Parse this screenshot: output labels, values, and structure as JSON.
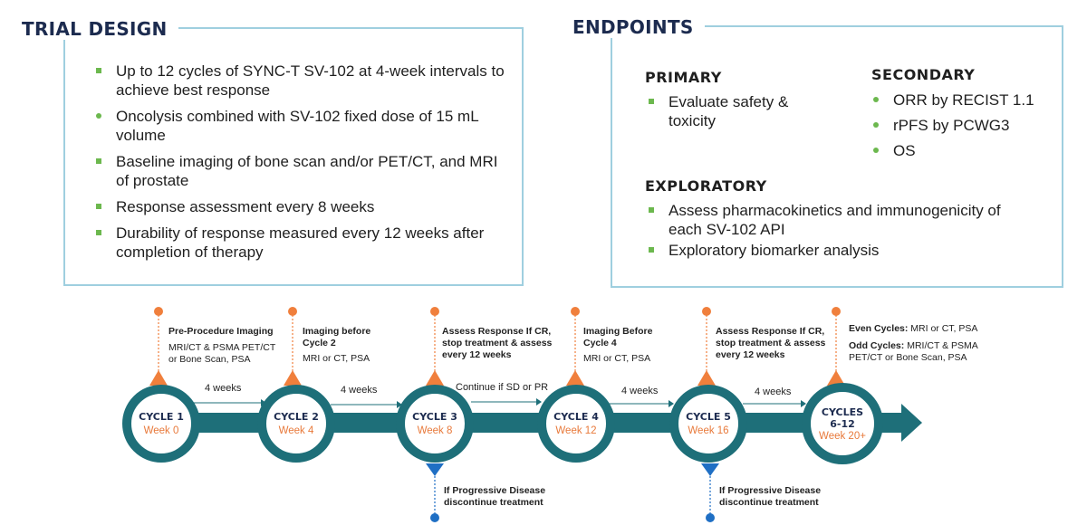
{
  "trial_design": {
    "title": "TRIAL DESIGN",
    "bullets": [
      "Up to 12 cycles of SYNC-T SV-102 at 4-week intervals to achieve best response",
      "Oncolysis combined with SV-102 fixed dose of 15 mL volume",
      "Baseline imaging of bone scan and/or PET/CT, and MRI of prostate",
      "Response assessment every 8 weeks",
      "Durability of response measured every 12 weeks after completion of therapy"
    ]
  },
  "endpoints": {
    "title": "ENDPOINTS",
    "primary": {
      "heading": "PRIMARY",
      "items": [
        "Evaluate safety & toxicity"
      ]
    },
    "secondary": {
      "heading": "SECONDARY",
      "items": [
        "ORR by RECIST 1.1",
        "rPFS by PCWG3",
        "OS"
      ]
    },
    "exploratory": {
      "heading": "EXPLORATORY",
      "items": [
        "Assess pharmacokinetics and immunogenicity of each SV-102 API",
        "Exploratory biomarker analysis"
      ]
    }
  },
  "timeline": {
    "cycles": [
      {
        "name": "CYCLE 1",
        "week": "Week 0"
      },
      {
        "name": "CYCLE 2",
        "week": "Week 4"
      },
      {
        "name": "CYCLE 3",
        "week": "Week 8"
      },
      {
        "name": "CYCLE 4",
        "week": "Week 12"
      },
      {
        "name": "CYCLE 5",
        "week": "Week 16"
      },
      {
        "name": "CYCLES 6-12",
        "week": "Week 20+"
      }
    ],
    "intervals": [
      "4 weeks",
      "4 weeks",
      "Continue if SD or PR",
      "4 weeks",
      "4 weeks"
    ],
    "top_notes": [
      {
        "heading": "Pre-Procedure Imaging",
        "detail": "MRI/CT & PSMA PET/CT or Bone Scan, PSA"
      },
      {
        "heading": "Imaging before Cycle 2",
        "detail": "MRI or CT, PSA"
      },
      {
        "heading": "Assess Response If CR, stop treatment & assess every 12 weeks",
        "detail": ""
      },
      {
        "heading": "Imaging Before Cycle 4",
        "detail": "MRI or CT, PSA"
      },
      {
        "heading": "Assess Response If CR, stop treatment & assess every 12 weeks",
        "detail": ""
      },
      {
        "heading": "",
        "detail": ""
      }
    ],
    "last_note": {
      "even_label": "Even Cycles:",
      "even_detail": "MRI or CT, PSA",
      "odd_label": "Odd Cycles:",
      "odd_detail": "MRI/CT & PSMA PET/CT or Bone Scan, PSA"
    },
    "bottom_notes": [
      "If Progressive Disease discontinue treatment",
      "If Progressive Disease discontinue treatment"
    ],
    "colors": {
      "teal": "#1e6f79",
      "orange": "#f07f3c",
      "blue": "#1f6fc4"
    }
  }
}
